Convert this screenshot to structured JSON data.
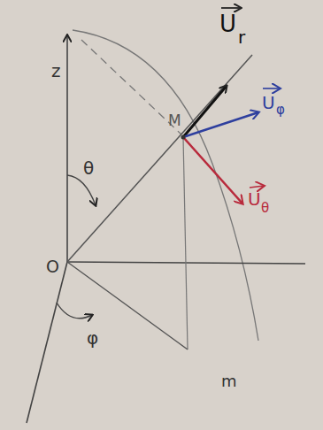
{
  "diagram": {
    "labels": [
      "z",
      "θ",
      "O",
      "φ",
      "M",
      "U",
      "r",
      "U",
      "φ",
      "U",
      "θ",
      "m"
    ]
  }
}
